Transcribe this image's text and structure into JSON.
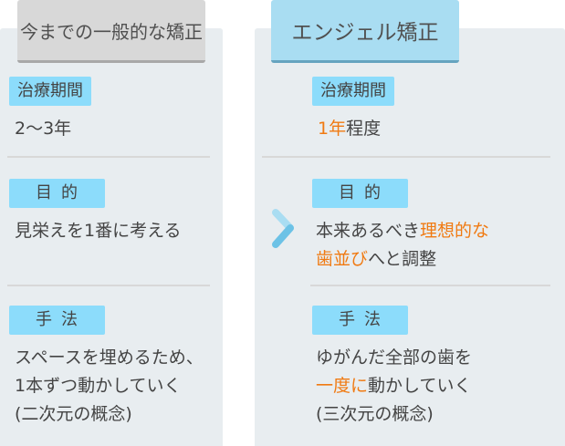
{
  "left": {
    "title": "今までの一般的な矯正",
    "period_label": "治療期間",
    "period": "2〜3年",
    "purpose_label": "目的",
    "purpose": "見栄えを1番に考える",
    "method_label": "手法",
    "method_lines": [
      "スペースを埋めるため、",
      "1本ずつ動かしていく",
      "(二次元の概念)"
    ]
  },
  "right": {
    "title": "エンジェル矯正",
    "period_label": "治療期間",
    "period_hl": "1年",
    "period_rest": "程度",
    "purpose_label": "目的",
    "purpose_a": "本来あるべき",
    "purpose_hl1": "理想的な",
    "purpose_hl2": "歯並び",
    "purpose_b": "へと調整",
    "method_label": "手法",
    "method_a": "ゆがんだ全部の歯を",
    "method_hl": "一度に",
    "method_b": "動かしていく",
    "method_c": "(三次元の概念)"
  },
  "colors": {
    "accent": "#8cdcfb",
    "highlight": "#f07a12",
    "panel": "#e8edf0"
  }
}
